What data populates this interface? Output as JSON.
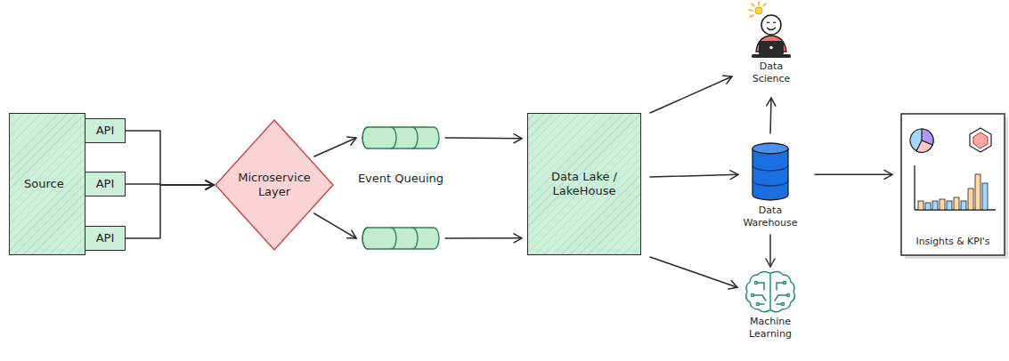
{
  "diagram": {
    "nodes": [
      {
        "text": [
          "Source"
        ]
      },
      {
        "text": [
          "API"
        ],
        "in": 0
      },
      {
        "text": [
          "API"
        ],
        "in": 0
      },
      {
        "text": [
          "API"
        ],
        "in": 0
      },
      {
        "text": [
          "Microservice Layer"
        ]
      },
      {
        "text": [
          "Event Queuing"
        ]
      },
      {
        "text": []
      },
      {
        "text": [
          "Data Lake / LakeHouse"
        ]
      },
      {
        "text": [
          "Data Science"
        ]
      },
      {
        "text": [
          "Data Warehouse"
        ]
      },
      {
        "text": [
          "Machine Learning"
        ]
      },
      {
        "text": [
          "Insights & KPI's"
        ]
      }
    ],
    "edges": [
      {
        "from": 1,
        "to": 4,
        "arrow": "to"
      },
      {
        "from": 2,
        "to": 4,
        "arrow": "to"
      },
      {
        "from": 3,
        "to": 4,
        "arrow": "to"
      },
      {
        "from": 4,
        "to": 5,
        "arrow": "to"
      },
      {
        "from": 4,
        "to": 6,
        "arrow": "to"
      },
      {
        "from": 5,
        "to": 7,
        "arrow": "to"
      },
      {
        "from": 6,
        "to": 7,
        "arrow": "to"
      },
      {
        "from": 7,
        "to": 8,
        "arrow": "to"
      },
      {
        "from": 7,
        "to": 9,
        "arrow": "to"
      },
      {
        "from": 7,
        "to": 10,
        "arrow": "to"
      },
      {
        "from": 9,
        "to": 8,
        "arrow": "to"
      },
      {
        "from": 9,
        "to": 10,
        "arrow": "to"
      },
      {
        "from": 9,
        "to": 11,
        "arrow": "to"
      }
    ]
  }
}
